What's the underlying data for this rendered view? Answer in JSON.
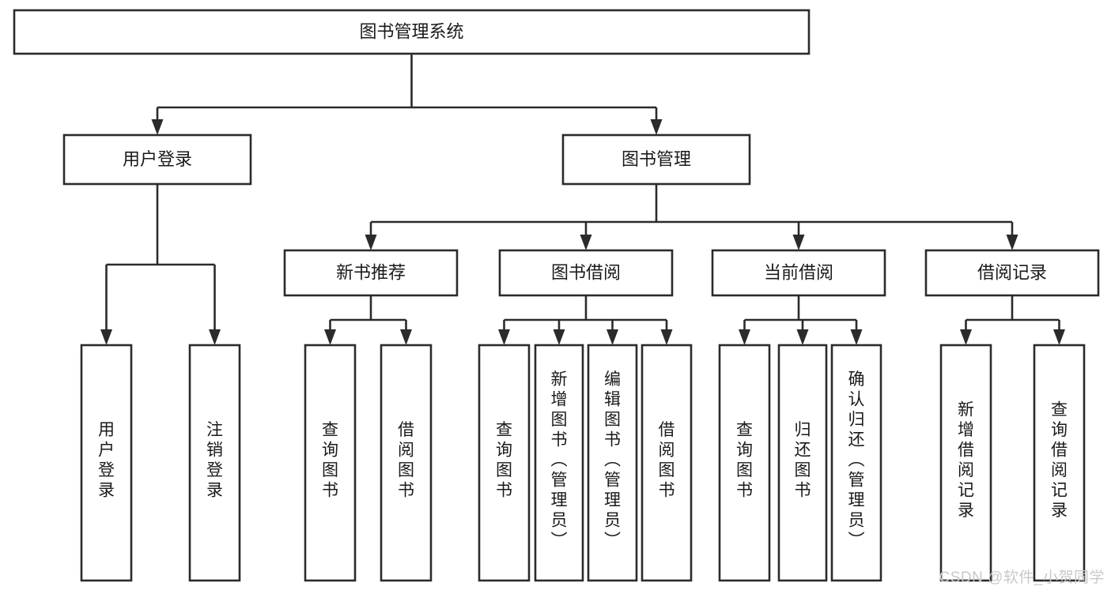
{
  "diagram": {
    "type": "tree-hierarchy",
    "title": "图书管理系统",
    "orientation": "top-down",
    "background_color": "#ffffff",
    "box_stroke_color": "#2b2b2b",
    "box_fill_color": "#ffffff",
    "text_color": "#1a1a1a",
    "nodes": {
      "root": {
        "label": "图书管理系统",
        "level": 0,
        "orientation": "horizontal"
      },
      "l1": [
        {
          "id": "user-login",
          "label": "用户登录",
          "level": 1,
          "orientation": "horizontal"
        },
        {
          "id": "book-manage",
          "label": "图书管理",
          "level": 1,
          "orientation": "horizontal"
        }
      ],
      "l2": [
        {
          "id": "new-book-rec",
          "label": "新书推荐",
          "level": 2,
          "orientation": "horizontal",
          "parent": "book-manage"
        },
        {
          "id": "book-borrow",
          "label": "图书借阅",
          "level": 2,
          "orientation": "horizontal",
          "parent": "book-manage"
        },
        {
          "id": "current-borrow",
          "label": "当前借阅",
          "level": 2,
          "orientation": "horizontal",
          "parent": "book-manage"
        },
        {
          "id": "borrow-record",
          "label": "借阅记录",
          "level": 2,
          "orientation": "horizontal",
          "parent": "book-manage"
        }
      ],
      "leaves": [
        {
          "id": "leaf-user-login",
          "label": "用户登录",
          "parent": "user-login",
          "orientation": "vertical"
        },
        {
          "id": "leaf-logout",
          "label": "注销登录",
          "parent": "user-login",
          "orientation": "vertical"
        },
        {
          "id": "leaf-query-book-1",
          "label": "查询图书",
          "parent": "new-book-rec",
          "orientation": "vertical"
        },
        {
          "id": "leaf-borrow-book-1",
          "label": "借阅图书",
          "parent": "new-book-rec",
          "orientation": "vertical"
        },
        {
          "id": "leaf-query-book-2",
          "label": "查询图书",
          "parent": "book-borrow",
          "orientation": "vertical"
        },
        {
          "id": "leaf-add-book",
          "label": "新增图书（管理员）",
          "parent": "book-borrow",
          "orientation": "vertical"
        },
        {
          "id": "leaf-edit-book",
          "label": "编辑图书（管理员）",
          "parent": "book-borrow",
          "orientation": "vertical"
        },
        {
          "id": "leaf-borrow-book-2",
          "label": "借阅图书",
          "parent": "book-borrow",
          "orientation": "vertical"
        },
        {
          "id": "leaf-query-book-3",
          "label": "查询图书",
          "parent": "current-borrow",
          "orientation": "vertical"
        },
        {
          "id": "leaf-return-book",
          "label": "归还图书",
          "parent": "current-borrow",
          "orientation": "vertical"
        },
        {
          "id": "leaf-confirm-return",
          "label": "确认归还（管理员）",
          "parent": "current-borrow",
          "orientation": "vertical"
        },
        {
          "id": "leaf-add-record",
          "label": "新增借阅记录",
          "parent": "borrow-record",
          "orientation": "vertical"
        },
        {
          "id": "leaf-query-record",
          "label": "查询借阅记录",
          "parent": "borrow-record",
          "orientation": "vertical"
        }
      ]
    }
  },
  "watermark": {
    "text": "CSDN @软件_小贺同学"
  }
}
